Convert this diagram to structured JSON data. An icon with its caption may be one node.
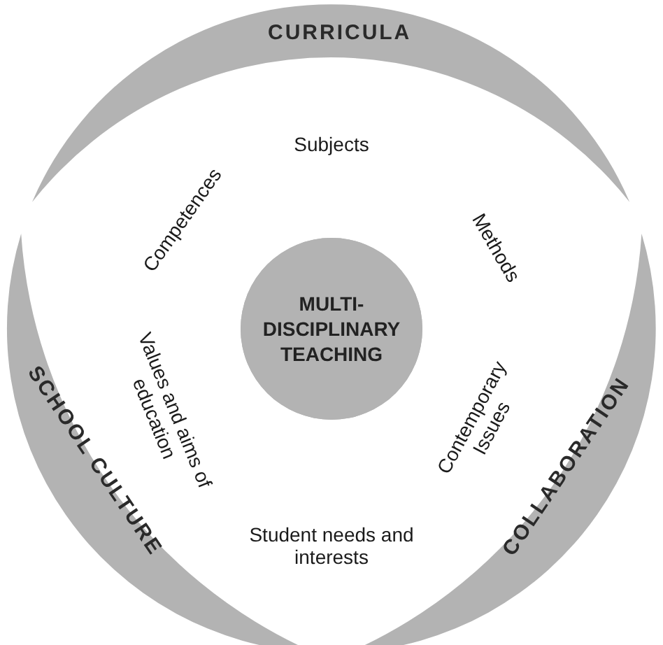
{
  "diagram": {
    "nodes": [
      {
        "text": [
          "CURRICULA"
        ]
      },
      {
        "text": [
          "SCHOOL CULTURE"
        ]
      },
      {
        "text": [
          "COLLABORATION"
        ]
      },
      {
        "text": [
          "MULTI-DISCIPLINARY TEACHING"
        ]
      }
    ],
    "labels": [
      "Subjects",
      "Competences",
      "Methods",
      "Values and aims of education",
      "Contemporary Issues",
      "Student needs and interests"
    ]
  }
}
